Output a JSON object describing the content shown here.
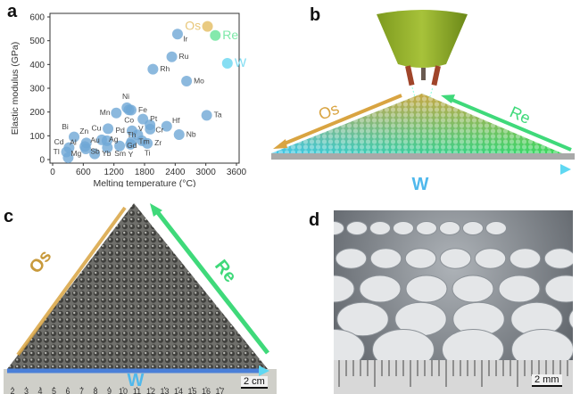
{
  "panels": {
    "a": "a",
    "b": "b",
    "c": "c",
    "d": "d"
  },
  "chart_data": {
    "type": "scatter",
    "xlabel": "Melting temperature (°C)",
    "ylabel": "Elastic modulus (GPa)",
    "xlim": [
      0,
      3600
    ],
    "ylim": [
      0,
      600
    ],
    "xticks": [
      0,
      600,
      1200,
      1800,
      2400,
      3000,
      3600
    ],
    "yticks": [
      0,
      100,
      200,
      300,
      400,
      500,
      600
    ],
    "points": [
      {
        "label": "Os",
        "x": 3033,
        "y": 560,
        "color": "#e8c77a",
        "highlight": true
      },
      {
        "label": "Re",
        "x": 3186,
        "y": 522,
        "color": "#7de8a8",
        "highlight": true
      },
      {
        "label": "W",
        "x": 3422,
        "y": 405,
        "color": "#7fdcf2",
        "highlight": true
      },
      {
        "label": "Ir",
        "x": 2446,
        "y": 528
      },
      {
        "label": "Ru",
        "x": 2334,
        "y": 432
      },
      {
        "label": "Rh",
        "x": 1964,
        "y": 380
      },
      {
        "label": "Mo",
        "x": 2623,
        "y": 330
      },
      {
        "label": "Ta",
        "x": 3017,
        "y": 186
      },
      {
        "label": "Ni",
        "x": 1455,
        "y": 218
      },
      {
        "label": "Fe",
        "x": 1538,
        "y": 208
      },
      {
        "label": "Mn",
        "x": 1246,
        "y": 196
      },
      {
        "label": "Co",
        "x": 1495,
        "y": 209
      },
      {
        "label": "Pt",
        "x": 1768,
        "y": 170
      },
      {
        "label": "Pd",
        "x": 1555,
        "y": 121
      },
      {
        "label": "Cr",
        "x": 1907,
        "y": 146
      },
      {
        "label": "V",
        "x": 1910,
        "y": 128
      },
      {
        "label": "Hf",
        "x": 2233,
        "y": 140
      },
      {
        "label": "Nb",
        "x": 2477,
        "y": 105
      },
      {
        "label": "Cu",
        "x": 1085,
        "y": 130
      },
      {
        "label": "Ag",
        "x": 962,
        "y": 83
      },
      {
        "label": "Au",
        "x": 1064,
        "y": 79
      },
      {
        "label": "Al",
        "x": 660,
        "y": 70
      },
      {
        "label": "Zn",
        "x": 420,
        "y": 95
      },
      {
        "label": "Sb",
        "x": 631,
        "y": 55
      },
      {
        "label": "Cd",
        "x": 321,
        "y": 50
      },
      {
        "label": "Mg",
        "x": 650,
        "y": 45
      },
      {
        "label": "Bi",
        "x": 271,
        "y": 32
      },
      {
        "label": "Tl",
        "x": 304,
        "y": 8
      },
      {
        "label": "Yb",
        "x": 824,
        "y": 24
      },
      {
        "label": "Sm",
        "x": 1072,
        "y": 50
      },
      {
        "label": "Gd",
        "x": 1312,
        "y": 57
      },
      {
        "label": "Y",
        "x": 1526,
        "y": 64
      },
      {
        "label": "Tm",
        "x": 1545,
        "y": 74
      },
      {
        "label": "Ti",
        "x": 1668,
        "y": 104
      },
      {
        "label": "Th",
        "x": 1750,
        "y": 79
      },
      {
        "label": "Zr",
        "x": 1855,
        "y": 68
      }
    ],
    "point_color": "#6fa8d6"
  },
  "panel_b": {
    "os_label": "Os",
    "re_label": "Re",
    "w_label": "W"
  },
  "panel_c": {
    "os_label": "Os",
    "re_label": "Re",
    "w_label": "W",
    "ruler": [
      "2",
      "3",
      "4",
      "5",
      "6",
      "7",
      "8",
      "9",
      "10",
      "11",
      "12",
      "13",
      "14",
      "15",
      "16",
      "17"
    ],
    "scale_bar": "2 cm"
  },
  "panel_d": {
    "scale_bar": "2 mm"
  },
  "colors": {
    "os": "#d9a441",
    "re": "#3fd97a",
    "w_blue": "#3f6fcf",
    "w_cyan": "#5fd6f0"
  }
}
